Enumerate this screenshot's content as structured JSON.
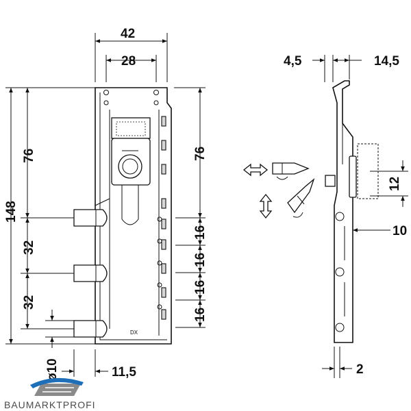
{
  "front_view": {
    "width_overall": "42",
    "width_inner": "28",
    "height_overall": "148",
    "height_upper_left": "76",
    "height_upper_right": "76",
    "spacing_left_1": "32",
    "spacing_left_2": "32",
    "spacing_right": [
      "16",
      "16",
      "16",
      "16"
    ],
    "pin_diameter": "ø10",
    "offset_bottom": "11,5",
    "part_label": "DX"
  },
  "side_view": {
    "dim_top_left": "4,5",
    "dim_top_right": "14,5",
    "dim_right_12": "12",
    "dim_right_10": "10",
    "dim_bottom": "2"
  },
  "logo": {
    "text": "BAUMARKTPROFI",
    "accent": "#1f6fb8"
  }
}
